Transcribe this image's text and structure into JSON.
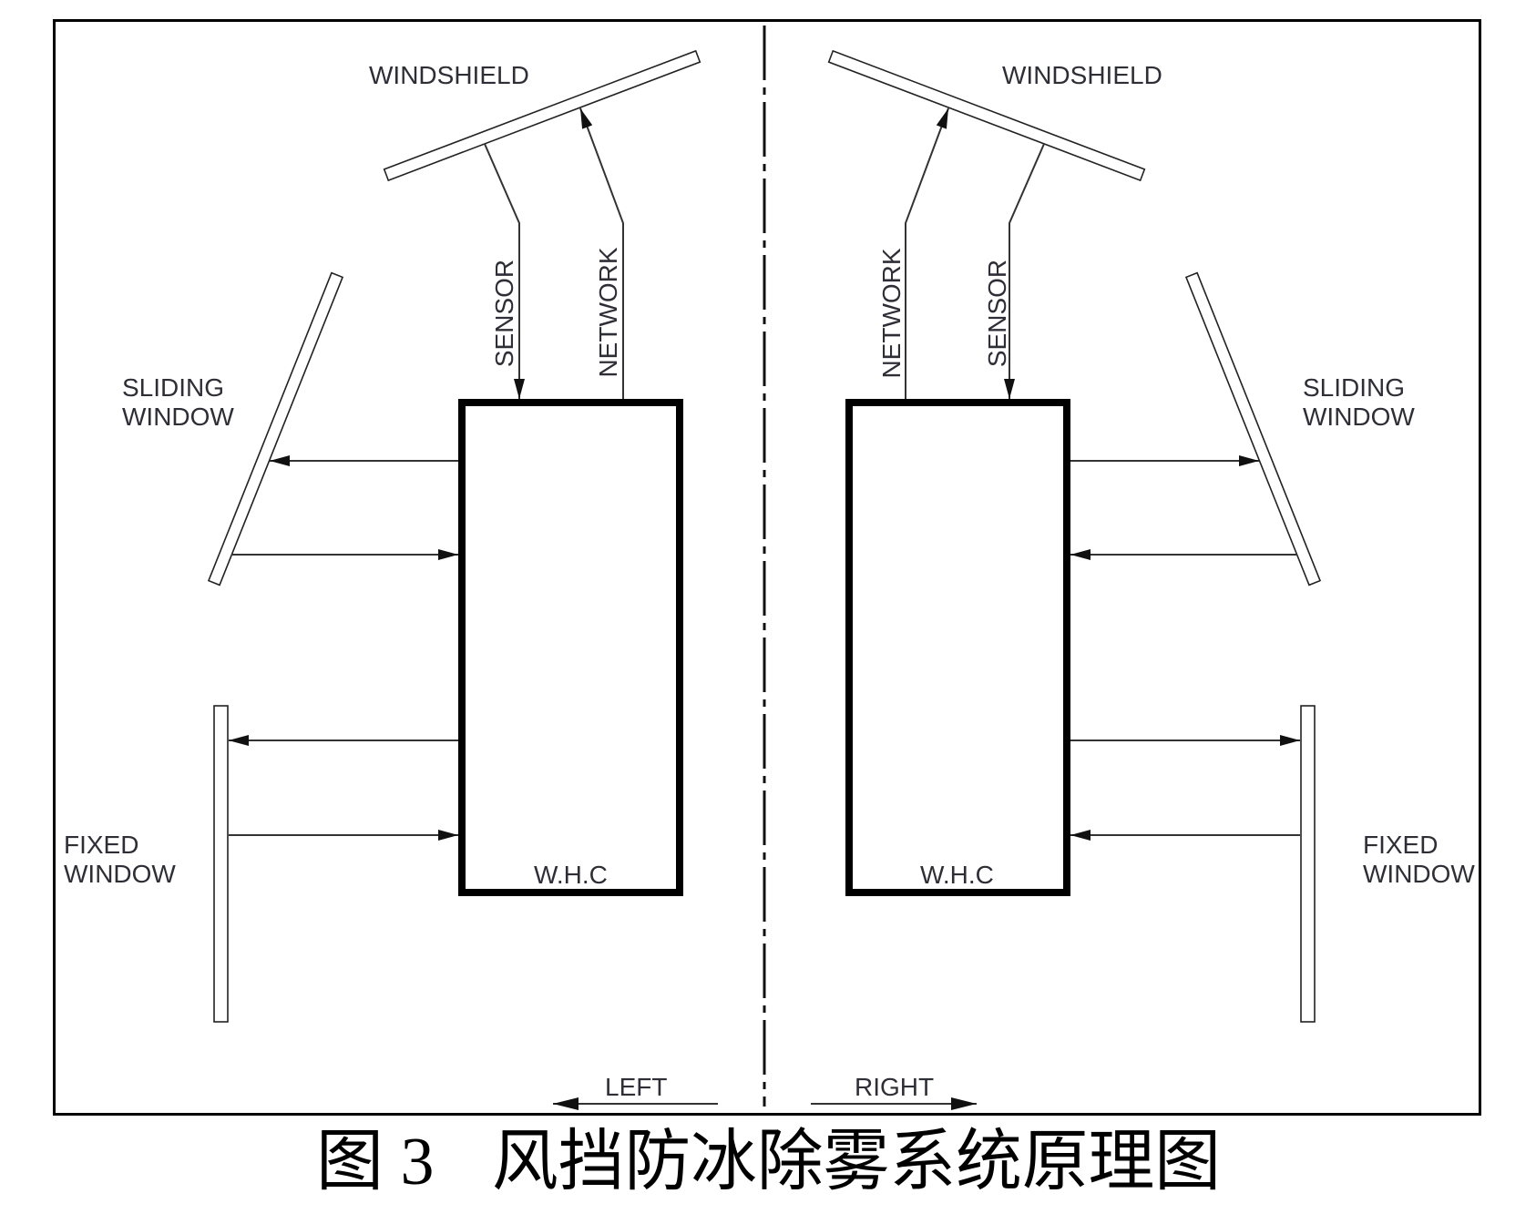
{
  "figure": {
    "caption": {
      "number": "图 3",
      "title": "风挡防冰除雾系统原理图"
    },
    "left_side": {
      "windshield_label": "WINDSHIELD",
      "sensor_label": "SENSOR",
      "network_label": "NETWORK",
      "sliding_window_label": [
        "SLIDING",
        "WINDOW"
      ],
      "fixed_window_label": [
        "FIXED",
        "WINDOW"
      ],
      "controller_label": "W.H.C",
      "direction_label": "LEFT"
    },
    "right_side": {
      "windshield_label": "WINDSHIELD",
      "sensor_label": "SENSOR",
      "network_label": "NETWORK",
      "sliding_window_label": [
        "SLIDING",
        "WINDOW"
      ],
      "fixed_window_label": [
        "FIXED",
        "WINDOW"
      ],
      "controller_label": "W.H.C",
      "direction_label": "RIGHT"
    }
  },
  "colors": {
    "frame": "#000000",
    "wire": "#333333",
    "label_text": "#2e2e36",
    "background": "#ffffff"
  }
}
